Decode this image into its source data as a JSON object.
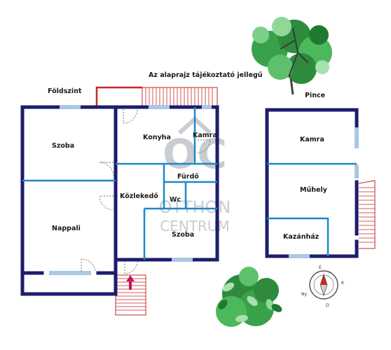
{
  "header": {
    "note": "Az alaprajz tájékoztató jellegű",
    "ground_floor_title": "Földszint",
    "cellar_title": "Pince"
  },
  "ground_floor": {
    "rooms": {
      "szoba_1": "Szoba",
      "nappali": "Nappali",
      "konyha": "Konyha",
      "kamra": "Kamra",
      "furdo": "Fürdő",
      "kozlekedo": "Közlekedő",
      "wc": "Wc",
      "szoba_2": "Szoba"
    }
  },
  "cellar": {
    "rooms": {
      "kamra": "Kamra",
      "muhely": "Műhely",
      "kazanhaz": "Kazánház"
    }
  },
  "watermark": {
    "logo_letters": "OC",
    "line1": "OTTHON",
    "line2": "CENTRUM"
  },
  "compass": {
    "letters": [
      "É",
      "K",
      "D",
      "Ny"
    ]
  },
  "colors": {
    "wall": "#1c1c6e",
    "partition": "#1e88c7",
    "window": "#aac8e4",
    "stair": "#c62828",
    "door": "#777777",
    "tree": "#2e8b3e"
  }
}
